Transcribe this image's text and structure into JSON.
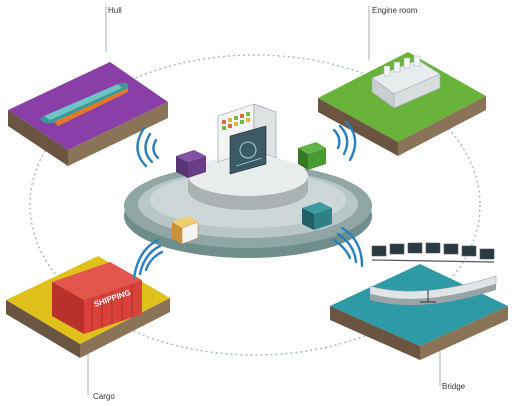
{
  "labels": {
    "hull": "Hull",
    "engine_room": "Engine room",
    "cargo": "Cargo",
    "bridge": "Bridge",
    "container_text": "SHIPPING"
  },
  "colors": {
    "hull_platform": "#8a3fa8",
    "engine_platform": "#69b33a",
    "cargo_platform": "#e0c01a",
    "bridge_platform": "#2d9aa6",
    "platform_side": "#7a6548",
    "hub_ring": "#8fa6a4",
    "hub_disk": "#c8cfd0",
    "wifi": "#2a7fc1",
    "dotted_path": "#9fb5c9",
    "container": "#d9413a",
    "cube_purple": "#6a3e86",
    "cube_green": "#4a9a34",
    "cube_teal": "#2f7f86",
    "cube_yellow": "#e6b64a"
  },
  "icons": {
    "hull": "ship-icon",
    "engine_room": "engine-icon",
    "cargo": "shipping-container-icon",
    "bridge": "bridge-console-icon",
    "hub": "monitoring-terminal-icon",
    "links": "wireless-signal-icon"
  }
}
